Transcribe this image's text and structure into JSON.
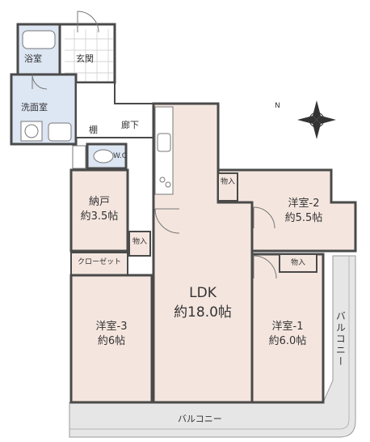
{
  "rooms": {
    "bath": {
      "name": "浴室"
    },
    "entrance": {
      "name": "玄関"
    },
    "washroom": {
      "name": "洗面室"
    },
    "shelf": {
      "name": "棚"
    },
    "hallway": {
      "name": "廊下"
    },
    "wc": {
      "name": "W.C"
    },
    "storage": {
      "name": "納戸",
      "size": "約3.5帖"
    },
    "closet": {
      "name": "クローゼット"
    },
    "western3": {
      "name": "洋室-3",
      "size": "約6帖"
    },
    "ldk": {
      "name": "LDK",
      "size": "約18.0帖"
    },
    "western2": {
      "name": "洋室-2",
      "size": "約5.5帖"
    },
    "western1": {
      "name": "洋室-1",
      "size": "約6.0帖"
    },
    "closet_a": {
      "name": "物入"
    },
    "closet_b": {
      "name": "物入"
    },
    "closet_c": {
      "name": "物入"
    }
  },
  "balcony_bottom": "バルコニー",
  "balcony_right": "バルコニー",
  "compass_label": "N",
  "colors": {
    "room_fill": "#f4e6df",
    "wet_fill": "#dde6f3",
    "wall": "#4a4a4a",
    "balcony_fill": "#e6e6e6"
  }
}
